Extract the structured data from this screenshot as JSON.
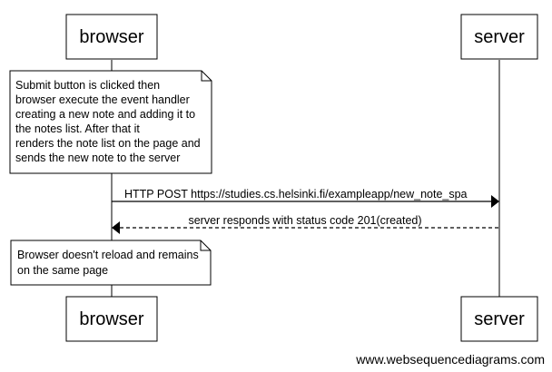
{
  "participants": {
    "left": "browser",
    "right": "server"
  },
  "note_top": {
    "lines": [
      "Submit button is clicked then",
      "browser execute the event handler",
      "creating a new note and adding it to",
      "the notes list. After that it",
      "renders the note list on the page and",
      "sends the new note to the server"
    ]
  },
  "messages": [
    {
      "label": "HTTP POST https://studies.cs.helsinki.fi/exampleapp/new_note_spa",
      "from": "browser",
      "to": "server",
      "style": "solid"
    },
    {
      "label": "server responds with status code 201(created)",
      "from": "server",
      "to": "browser",
      "style": "dashed"
    }
  ],
  "note_bottom": {
    "lines": [
      "Browser doesn't reload and remains",
      "on the same page"
    ]
  },
  "watermark": "www.websequencediagrams.com"
}
